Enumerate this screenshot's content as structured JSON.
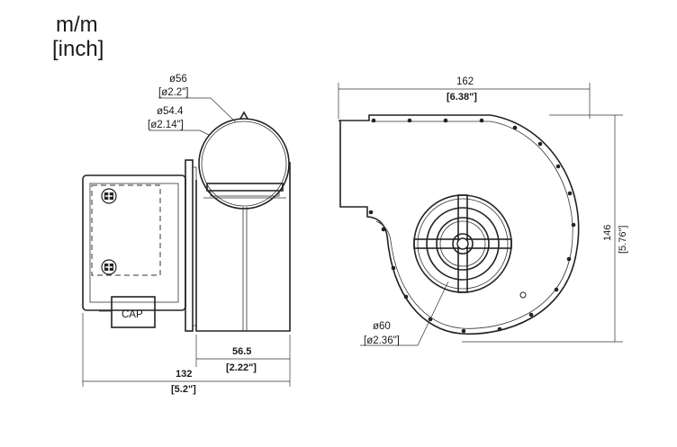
{
  "units": {
    "metric": "m/m",
    "imperial": "[inch]"
  },
  "labels": {
    "cap": "CAP",
    "dia_outer_mm": "ø56",
    "dia_outer_in": "[ø2.2\"]",
    "dia_inner_mm": "ø54.4",
    "dia_inner_in": "[ø2.14\"]",
    "outlet_depth_mm": "56.5",
    "outlet_depth_in": "[2.22\"]",
    "overall_depth_mm": "132",
    "overall_depth_in": "[5.2\"]",
    "width_mm": "162",
    "width_in": "[6.38\"]",
    "height_mm": "146",
    "height_in": "[5.76\"]",
    "inlet_dia_mm": "ø60",
    "inlet_dia_in": "[ø2.36\"]"
  }
}
